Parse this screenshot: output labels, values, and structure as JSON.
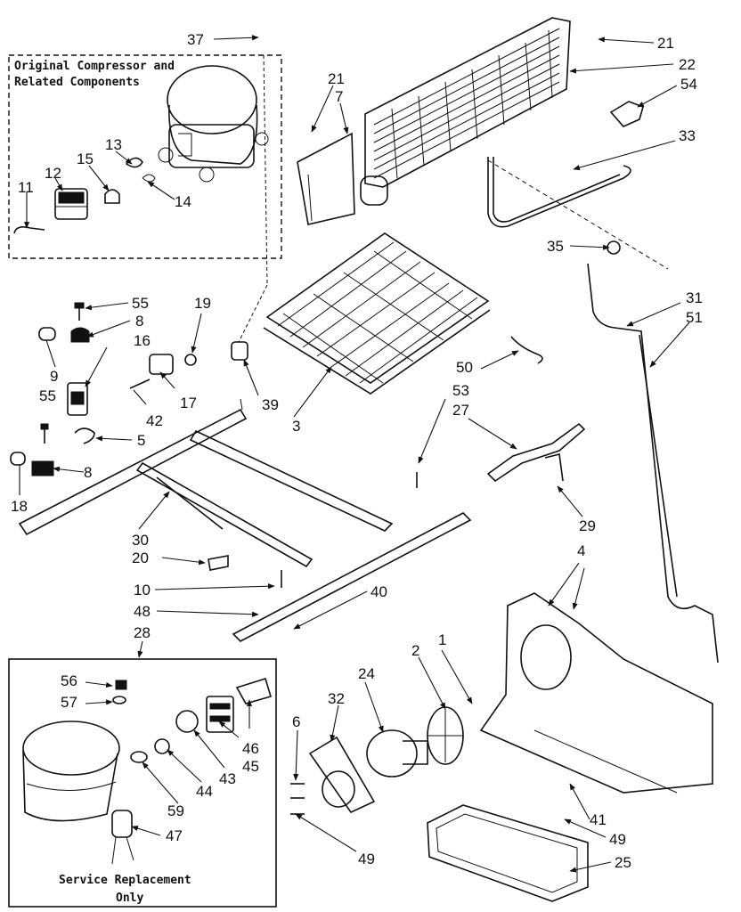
{
  "diagram": {
    "boxes": {
      "original": [
        "Original Compressor and",
        "Related Components"
      ],
      "service": [
        "Service Replacement",
        "Only"
      ]
    },
    "callouts": {
      "c37": "37",
      "c21a": "21",
      "c22": "22",
      "c54": "54",
      "c21b": "21",
      "c7": "7",
      "c33": "33",
      "c35": "35",
      "c13": "13",
      "c15": "15",
      "c12": "12",
      "c11": "11",
      "c14": "14",
      "c55a": "55",
      "c8a": "8",
      "c16": "16",
      "c19": "19",
      "c9": "9",
      "c55b": "55",
      "c39": "39",
      "c17": "17",
      "c42": "42",
      "c3": "3",
      "c5": "5",
      "c31": "31",
      "c51": "51",
      "c50": "50",
      "c53": "53",
      "c27": "27",
      "c8b": "8",
      "c18": "18",
      "c30": "30",
      "c20": "20",
      "c29": "29",
      "c10": "10",
      "c40": "40",
      "c48": "48",
      "c4": "4",
      "c28": "28",
      "c1": "1",
      "c2": "2",
      "c24": "24",
      "c32": "32",
      "c56": "56",
      "c57": "57",
      "c6": "6",
      "c46": "46",
      "c45": "45",
      "c43": "43",
      "c44": "44",
      "c59": "59",
      "c47": "47",
      "c41": "41",
      "c49a": "49",
      "c49b": "49",
      "c25": "25"
    }
  }
}
